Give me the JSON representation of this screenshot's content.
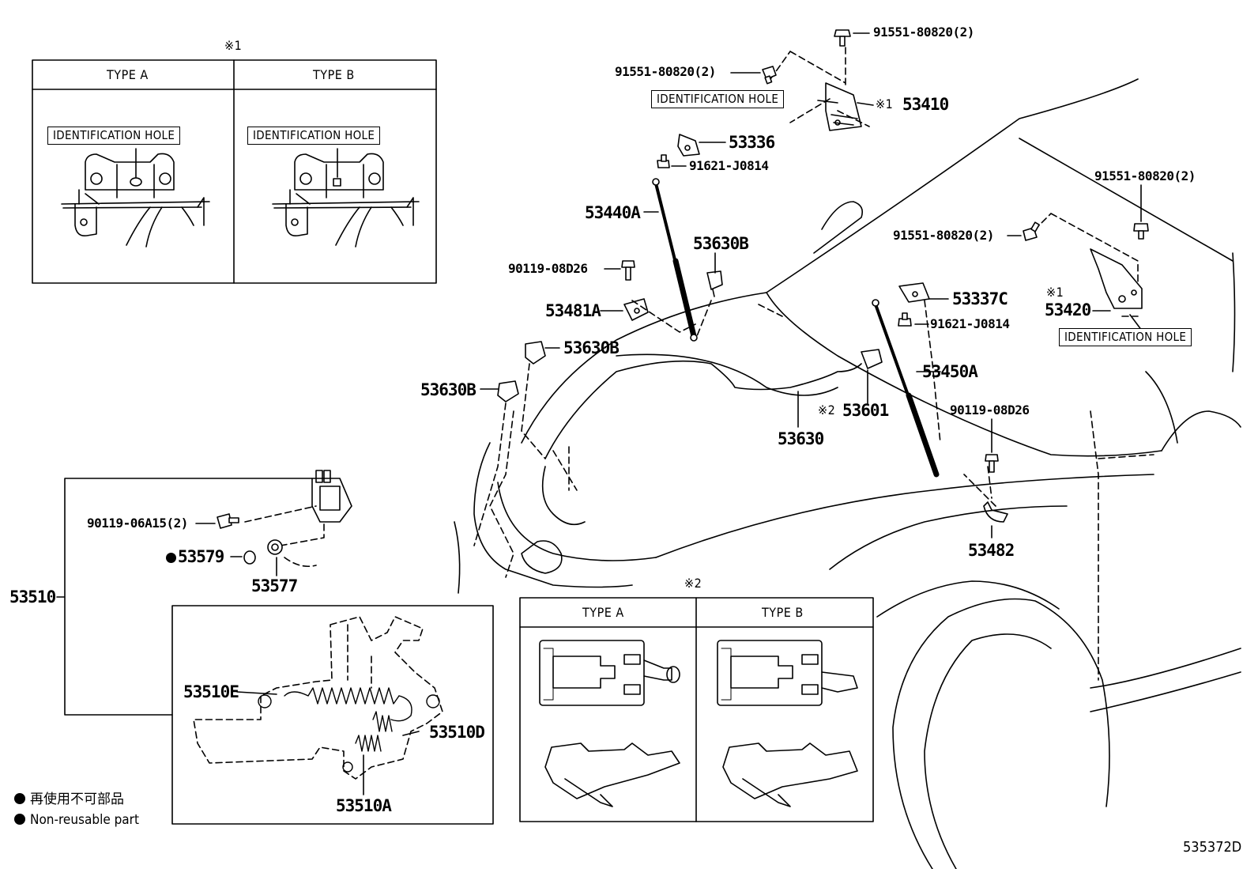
{
  "inset1": {
    "marker": "※1",
    "type_a": "TYPE A",
    "type_b": "TYPE B",
    "id_hole_a": "IDENTIFICATION HOLE",
    "id_hole_b": "IDENTIFICATION HOLE"
  },
  "inset2": {
    "marker": "※2",
    "type_a": "TYPE A",
    "type_b": "TYPE B"
  },
  "callouts": {
    "c_91551_top": "91551-80820(2)",
    "c_91551_left": "91551-80820(2)",
    "c_id_hole_53410": "IDENTIFICATION HOLE",
    "c_53410": "53410",
    "c_53410_mark": "※1",
    "c_53336": "53336",
    "c_91621_a": "91621-J0814",
    "c_53440A": "53440A",
    "c_53630B_top": "53630B",
    "c_90119_08D26_a": "90119-08D26",
    "c_53481A": "53481A",
    "c_53630B_mid": "53630B",
    "c_53630B_left": "53630B",
    "c_91551_right_top": "91551-80820(2)",
    "c_91551_right_mid": "91551-80820(2)",
    "c_53420_mark": "※1",
    "c_53420": "53420",
    "c_id_hole_53420": "IDENTIFICATION HOLE",
    "c_53337C": "53337C",
    "c_91621_b": "91621-J0814",
    "c_53450A": "53450A",
    "c_53601_mark": "※2",
    "c_53601": "53601",
    "c_53630": "53630",
    "c_90119_08D26_b": "90119-08D26",
    "c_53482": "53482",
    "c_90119_06A15": "90119-06A15(2)",
    "c_53579": "53579",
    "c_53577": "53577",
    "c_53510": "53510",
    "c_53510E": "53510E",
    "c_53510D": "53510D",
    "c_53510A": "53510A"
  },
  "legend": {
    "line_ja": "再使用不可部品",
    "line_en": "Non-reusable part"
  },
  "figure_id": "535372D"
}
